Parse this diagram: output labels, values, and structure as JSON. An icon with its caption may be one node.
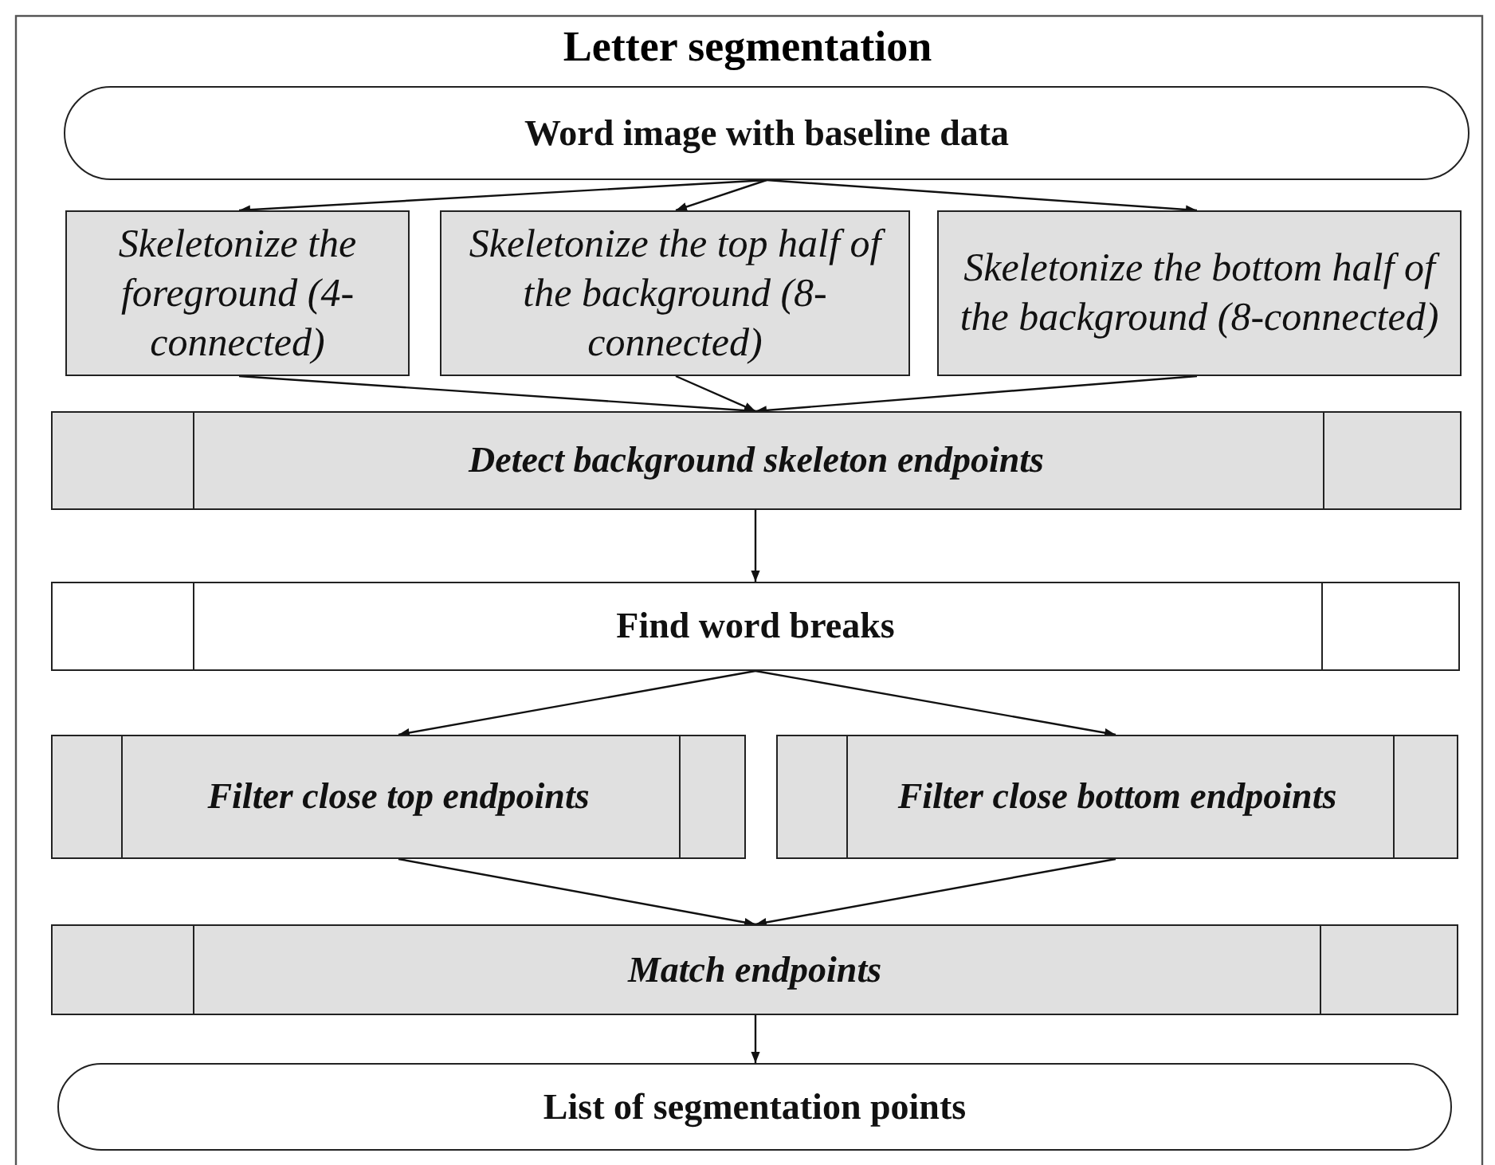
{
  "diagram": {
    "title": "Letter segmentation",
    "nodes": [
      {
        "text": [
          "Word image with baseline data"
        ]
      },
      {
        "text": [
          "Skeletonize the foreground (4-connected)"
        ]
      },
      {
        "text": [
          "Skeletonize the top half of the background (8-connected)"
        ]
      },
      {
        "text": [
          "Skeletonize the bottom half of the background (8-connected)"
        ]
      },
      {
        "text": [
          "Detect background skeleton endpoints"
        ]
      },
      {
        "text": [
          "Find word breaks"
        ]
      },
      {
        "text": [
          "Filter close top endpoints"
        ]
      },
      {
        "text": [
          "Filter close bottom endpoints"
        ]
      },
      {
        "text": [
          "Match endpoints"
        ]
      },
      {
        "text": [
          "List of segmentation points"
        ]
      }
    ],
    "edges": [
      {
        "from": 0,
        "to": 1,
        "arrow": "to"
      },
      {
        "from": 0,
        "to": 2,
        "arrow": "to"
      },
      {
        "from": 0,
        "to": 3,
        "arrow": "to"
      },
      {
        "from": 1,
        "to": 4,
        "arrow": "to"
      },
      {
        "from": 2,
        "to": 4,
        "arrow": "to"
      },
      {
        "from": 3,
        "to": 4,
        "arrow": "to"
      },
      {
        "from": 4,
        "to": 5,
        "arrow": "to"
      },
      {
        "from": 5,
        "to": 6,
        "arrow": "to"
      },
      {
        "from": 5,
        "to": 7,
        "arrow": "to"
      },
      {
        "from": 6,
        "to": 8,
        "arrow": "to"
      },
      {
        "from": 7,
        "to": 8,
        "arrow": "to"
      },
      {
        "from": 8,
        "to": 9,
        "arrow": "to"
      }
    ]
  }
}
